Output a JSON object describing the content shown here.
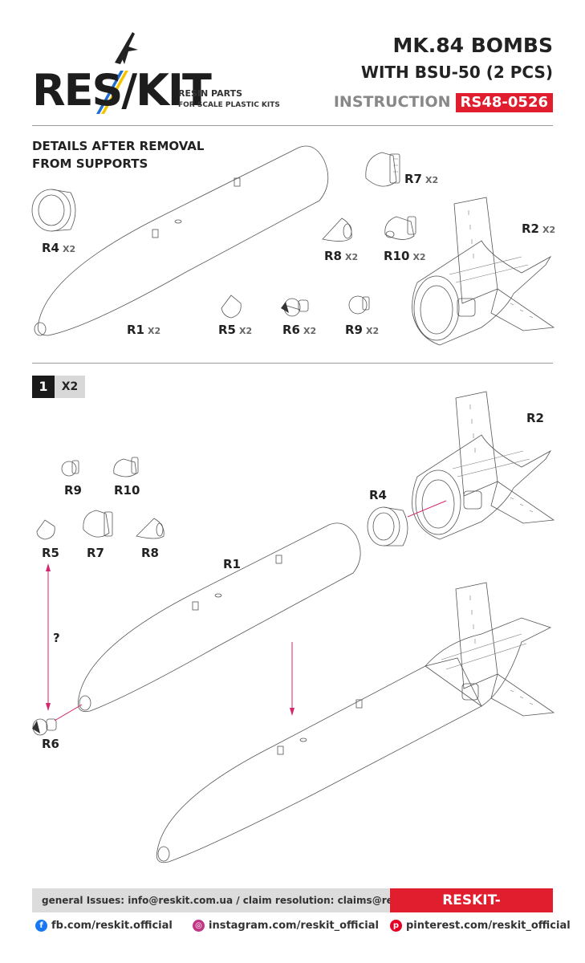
{
  "brand": {
    "logo": "RES/KIT",
    "tagline1": "RESIN PARTS",
    "tagline2": "FOR SCALE PLASTIC KITS"
  },
  "header": {
    "title": "MK.84 BOMBS",
    "subtitle": "WITH BSU-50 (2 PCS)",
    "instruction_label": "INSTRUCTION",
    "code": "RS48-0526"
  },
  "details": {
    "heading_line1": "DETAILS AFTER REMOVAL",
    "heading_line2": "FROM SUPPORTS",
    "parts": [
      {
        "id": "R4",
        "qty": "X2"
      },
      {
        "id": "R1",
        "qty": "X2"
      },
      {
        "id": "R5",
        "qty": "X2"
      },
      {
        "id": "R6",
        "qty": "X2"
      },
      {
        "id": "R9",
        "qty": "X2"
      },
      {
        "id": "R8",
        "qty": "X2"
      },
      {
        "id": "R10",
        "qty": "X2"
      },
      {
        "id": "R7",
        "qty": "X2"
      },
      {
        "id": "R2",
        "qty": "X2"
      }
    ]
  },
  "step1": {
    "number": "1",
    "qty": "X2",
    "labels": {
      "r9": "R9",
      "r10": "R10",
      "r5": "R5",
      "r7": "R7",
      "r8": "R8",
      "r1": "R1",
      "r4": "R4",
      "r2": "R2",
      "r6": "R6",
      "question": "?"
    }
  },
  "footer": {
    "contact": "general Issues: info@reskit.com.ua / claim resolution: claims@reskit.com.ua",
    "website": "RESKIT-MODELS.COM",
    "facebook": "fb.com/reskit.official",
    "instagram": "instagram.com/reskit_official",
    "pinterest": "pinterest.com/reskit_official"
  },
  "colors": {
    "accent": "#e01e2e",
    "arrow": "#d6246e"
  }
}
